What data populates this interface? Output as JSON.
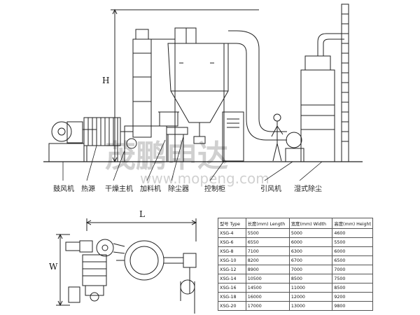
{
  "dimensions": {
    "height": "H",
    "length": "L",
    "width": "W"
  },
  "component_labels": [
    "鼓风机",
    "热源",
    "干燥主机",
    "加料机",
    "除尘器",
    "控制柜",
    "引风机",
    "湿式除尘"
  ],
  "spec_table": {
    "headers": [
      "型号 Type",
      "长度(mm) Length",
      "宽度(mm) Width",
      "高度(mm) Height"
    ],
    "rows": [
      [
        "XSG-4",
        "5500",
        "5000",
        "4600"
      ],
      [
        "XSG-6",
        "6550",
        "6000",
        "5500"
      ],
      [
        "XSG-8",
        "7100",
        "6300",
        "6000"
      ],
      [
        "XSG-10",
        "8200",
        "6700",
        "6500"
      ],
      [
        "XSG-12",
        "8900",
        "7000",
        "7000"
      ],
      [
        "XSG-14",
        "10500",
        "8500",
        "7500"
      ],
      [
        "XSG-16",
        "14500",
        "11000",
        "8500"
      ],
      [
        "XSG-18",
        "16000",
        "12000",
        "9200"
      ],
      [
        "XSG-20",
        "17000",
        "13000",
        "9800"
      ]
    ]
  },
  "watermark": {
    "cn": "茂鹏申达",
    "url": "www.mopeng.com"
  }
}
